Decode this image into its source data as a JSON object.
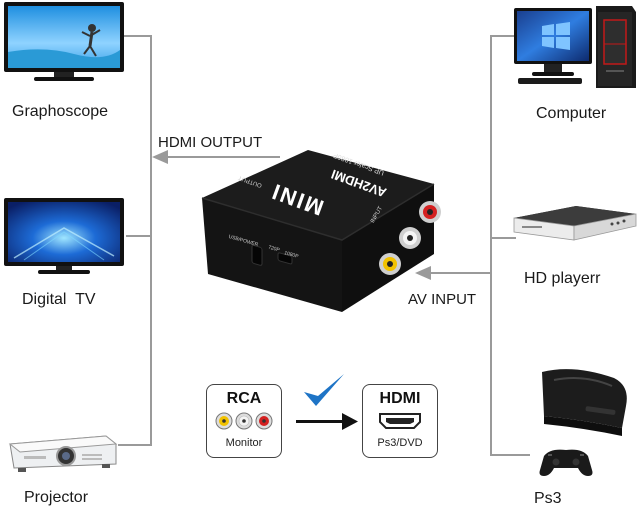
{
  "left_devices": [
    {
      "label": "Graphoscope",
      "icon": "tv-icon"
    },
    {
      "label": "Digital  TV",
      "icon": "tv-icon"
    },
    {
      "label": "Projector",
      "icon": "projector-icon"
    }
  ],
  "right_devices": [
    {
      "label": "Computer",
      "icon": "computer-icon"
    },
    {
      "label": "HD playerr",
      "icon": "dvd-player-icon"
    },
    {
      "label": "Ps3",
      "icon": "game-console-icon"
    }
  ],
  "output_label": "HDMI OUTPUT",
  "input_label": "AV INPUT",
  "converter": {
    "brand": "MINI",
    "model": "AV2HDMI",
    "subtitle": "UP Scaler 1080P",
    "side_label": "OUTPUT",
    "port_power": "USB/POWER",
    "switch_720": "720P",
    "switch_1080": "1080P",
    "input_side": "INPUT"
  },
  "rca_badge": {
    "title": "RCA",
    "caption": "Monitor"
  },
  "hdmi_badge": {
    "title": "HDMI",
    "caption": "Ps3/DVD"
  },
  "colors": {
    "line": "#9a9a9a",
    "check": "#1e74c6",
    "rca_red": "#d42020",
    "rca_yellow": "#f2c200",
    "rca_white": "#f4f4f4"
  }
}
